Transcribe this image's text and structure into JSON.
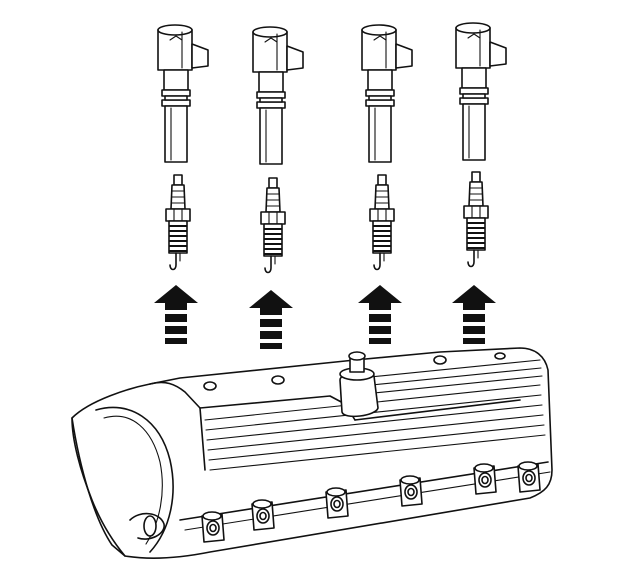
{
  "diagram": {
    "subject": "ignition-coil-and-spark-plug-removal",
    "coil_count": 4,
    "spark_plug_count": 4,
    "arrow_count": 4,
    "arrow_direction": "up",
    "colors": {
      "ink": "#111111",
      "background": "#ffffff"
    },
    "icons": [
      "ignition-coil-icon",
      "spark-plug-icon",
      "up-arrow-icon",
      "valve-cover-icon"
    ]
  }
}
